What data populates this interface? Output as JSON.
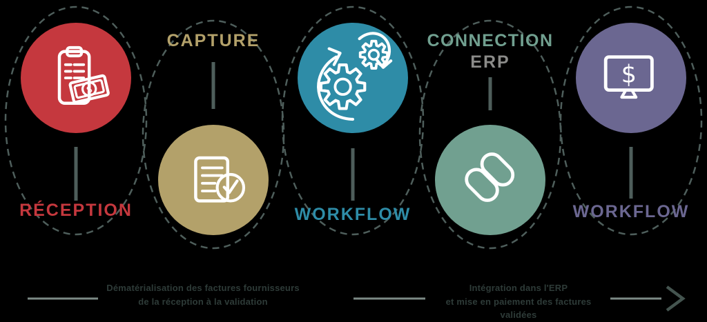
{
  "diagram_title": "Invoice processing flow (5 steps)",
  "outline_color": "#4e5e5b",
  "background_color": "#000000",
  "steps": [
    {
      "name": "reception",
      "label": "RÉCEPTION",
      "circle_color": "#c5383e",
      "label_color": "#c5383e",
      "icon": "invoice-money-icon",
      "circle_position": "top"
    },
    {
      "name": "capture",
      "label": "CAPTURE",
      "circle_color": "#b3a16a",
      "label_color": "#b3a16a",
      "icon": "document-check-icon",
      "circle_position": "bottom"
    },
    {
      "name": "workflow",
      "label": "WORKFLOW",
      "circle_color": "#2e8ca7",
      "label_color": "#2e8ca7",
      "icon": "gears-icon",
      "circle_position": "top"
    },
    {
      "name": "connection-erp",
      "label": "CONNECTION",
      "label_line2": "ERP",
      "circle_color": "#71a090",
      "label_color": "#71a090",
      "label_line2_color": "#8b8b89",
      "icon": "link-icon",
      "circle_position": "bottom"
    },
    {
      "name": "workflow-2",
      "label": "WORKFLOW",
      "circle_color": "#6b6791",
      "label_color": "#6b6791",
      "icon": "monitor-dollar-icon",
      "circle_position": "top"
    }
  ],
  "timeline": {
    "line_color": "#7c8a86",
    "arrow_color": "#44544f",
    "note_color": "#2e3b38",
    "left_note_line1": "Dématérialisation des factures fournisseurs",
    "left_note_line2": "de la réception à la validation",
    "right_note_line1": "Intégration dans l'ERP",
    "right_note_line2": "et mise en paiement des factures validées"
  }
}
